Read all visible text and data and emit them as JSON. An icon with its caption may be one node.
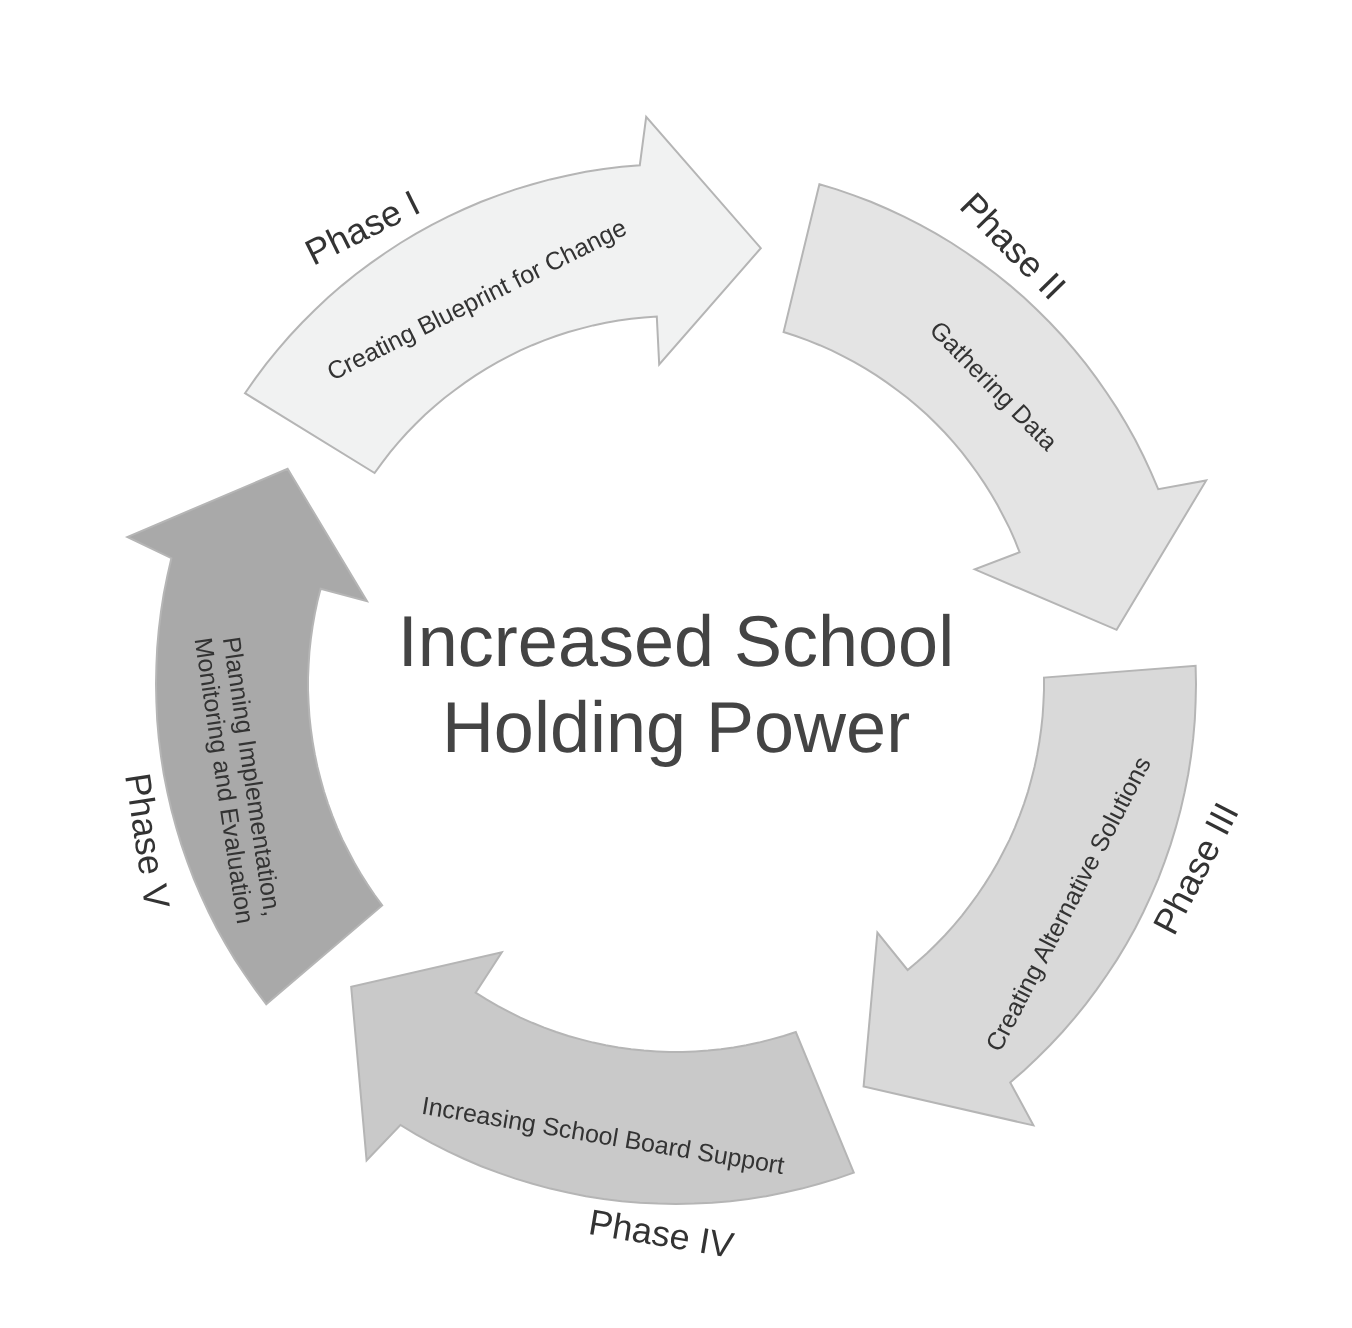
{
  "diagram": {
    "nodes": [
      {
        "text": [
          "Creating Blueprint for Change"
        ],
        "beside": [
          "Phase I"
        ]
      },
      {
        "text": [
          "Gathering Data"
        ],
        "beside": [
          "Phase II"
        ]
      },
      {
        "text": [
          "Creating Alternative Solutions"
        ],
        "beside": [
          "Phase III"
        ]
      },
      {
        "text": [
          "Increasing School Board Support"
        ],
        "beside": [
          "Phase IV"
        ]
      },
      {
        "text": [
          "Planning Implementation, Monitoring and Evaluation"
        ],
        "beside": [
          "Phase V"
        ]
      }
    ],
    "edges": [],
    "labels": [
      "Increased School Holding Power"
    ]
  }
}
